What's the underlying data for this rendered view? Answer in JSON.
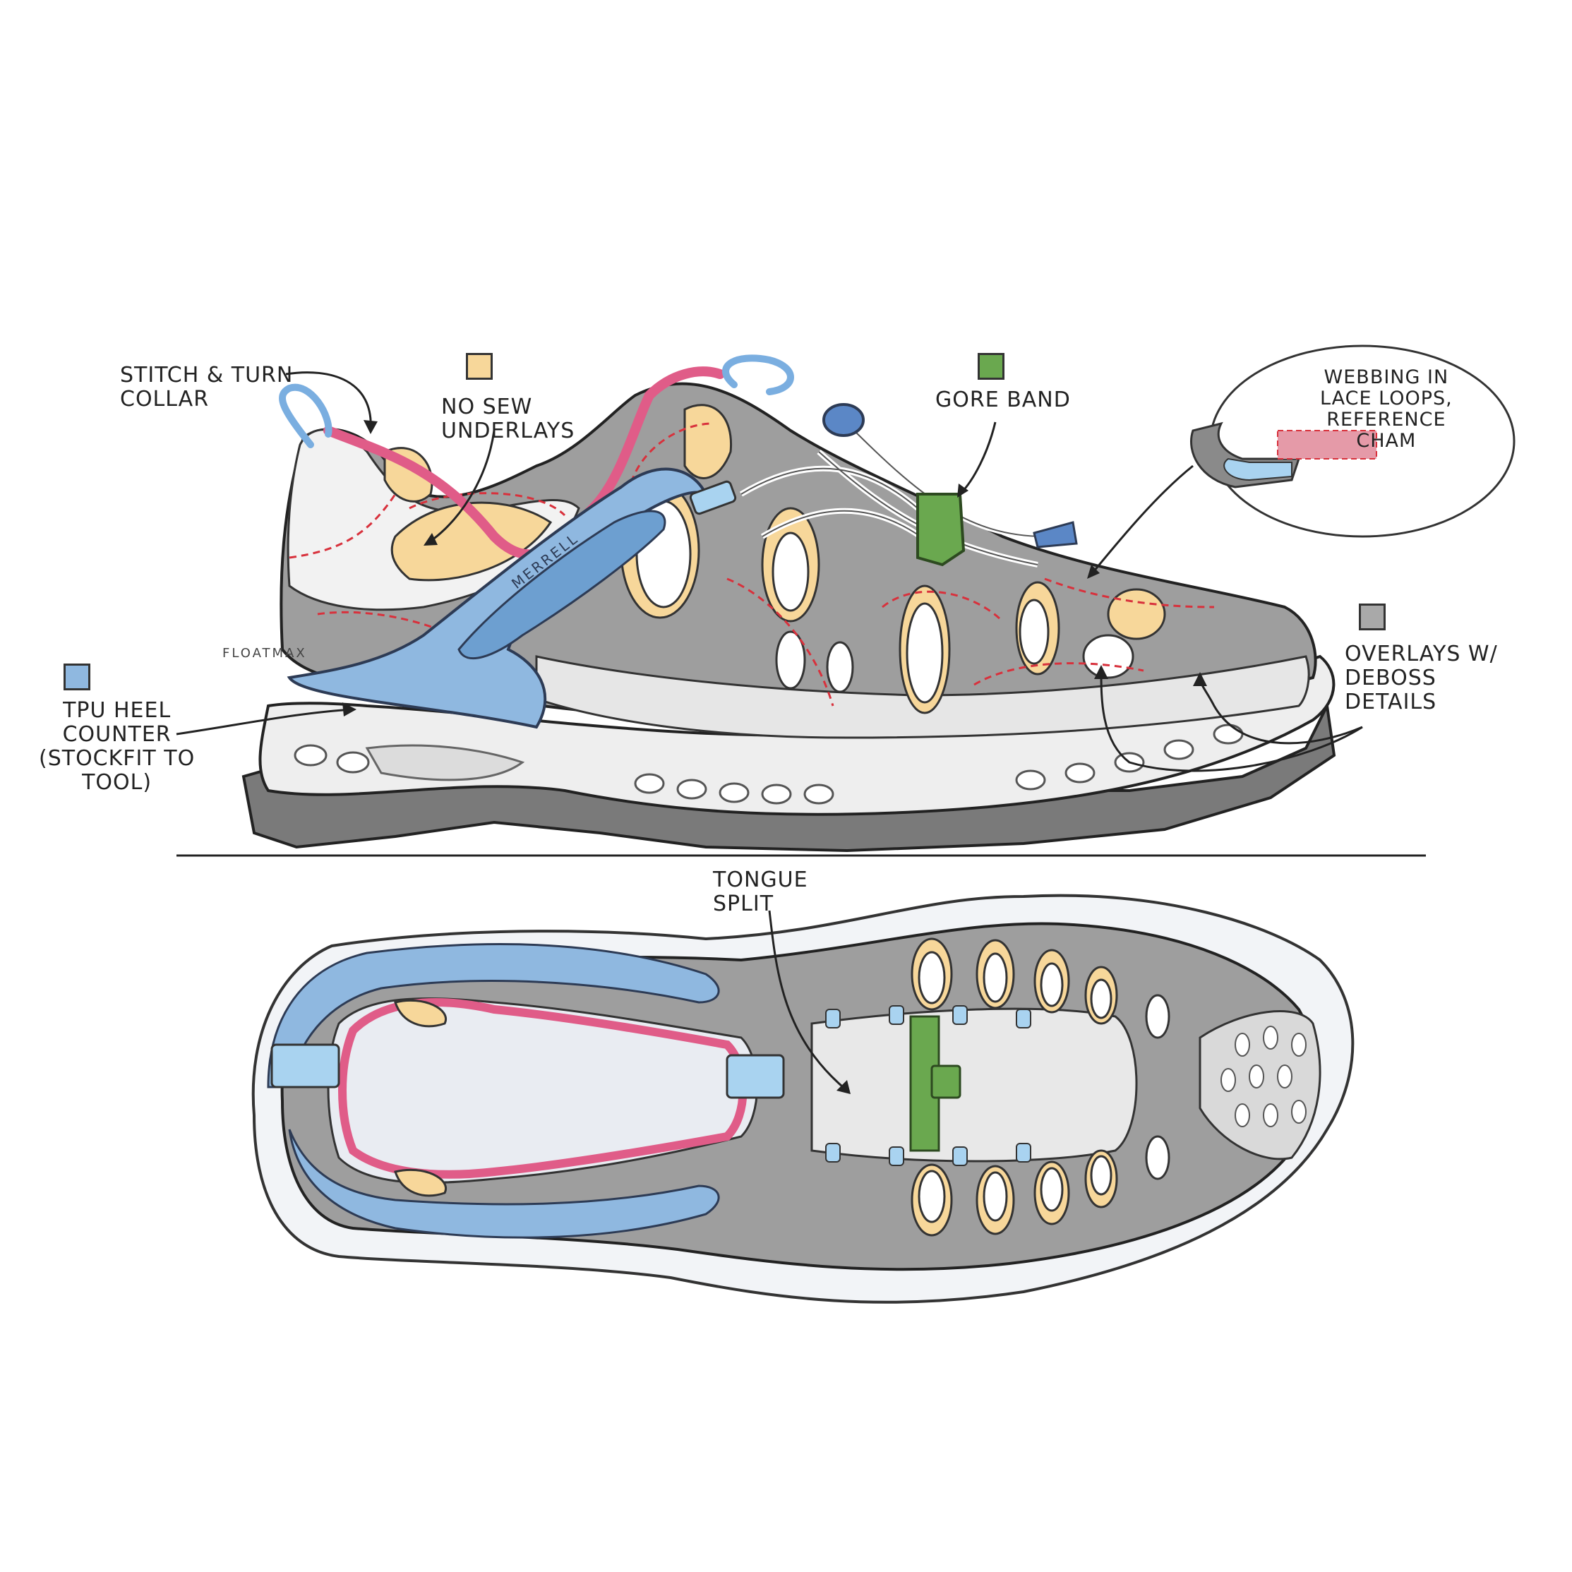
{
  "callouts": {
    "stitch_collar": "Stitch & Turn\nCollar",
    "no_sew": "No Sew\nUnderlays",
    "gore_band": "Gore Band",
    "webbing": "Webbing in\nLace Loops,\nReference\nCham",
    "tpu_heel": "TPU Heel\nCounter\n(Stockfit to\nTool)",
    "overlays": "Overlays w/\nDeboss\nDetails",
    "tongue_split": "Tongue\nSplit"
  },
  "branding": {
    "logo": "MERRELL",
    "midsole": "FLOATMAX"
  },
  "colors": {
    "underlay": "#f7d79a",
    "gore_band": "#6aa84f",
    "tpu_heel": "#8fb8e0",
    "overlay": "#a9a9a9",
    "collar": "#e05c88",
    "stitch": "#d8313c",
    "lace_loop": "#a9d3f0"
  }
}
